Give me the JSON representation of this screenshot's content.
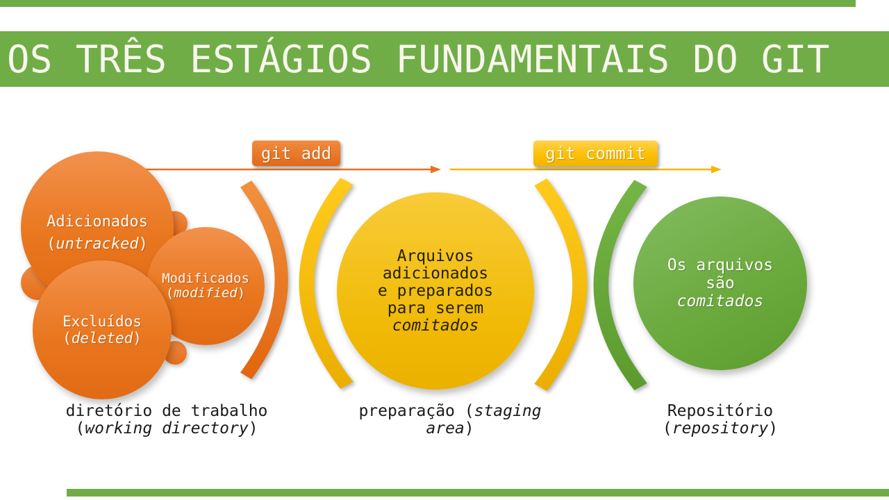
{
  "slide": {
    "title": "OS TRÊS ESTÁGIOS FUNDAMENTAIS DO GIT"
  },
  "colors": {
    "green": "#70AD47",
    "orange": "#ED7D31",
    "yellow": "#FFC000",
    "title_text": "#F8F6EE",
    "caption_text": "#1B1B1B"
  },
  "commands": {
    "git_add": "git add",
    "git_commit": "git commit"
  },
  "working_directory": {
    "untracked": {
      "title": "Adicionados",
      "open": "(",
      "term": "untracked",
      "close": ")"
    },
    "modified": {
      "title": "Modificados",
      "open": "(",
      "term": "modified",
      "close": ")"
    },
    "deleted": {
      "title": "Excluídos",
      "open": "(",
      "term": "deleted",
      "close": ")"
    },
    "caption": {
      "line1": "diretório de trabalho",
      "open": "(",
      "term": "working directory",
      "close": ")"
    }
  },
  "staging": {
    "circle": {
      "line1": "Arquivos",
      "line2": "adicionados",
      "line3": "e preparados",
      "line4": "para serem",
      "line5": "comitados"
    },
    "caption": {
      "pre": "preparação (",
      "term1": "staging",
      "term2": "area",
      "close": ")"
    }
  },
  "repository": {
    "circle": {
      "line1": "Os arquivos",
      "line2": "são",
      "line3": "comitados"
    },
    "caption": {
      "line1": "Repositório",
      "open": "(",
      "term": "repository",
      "close": ")"
    }
  }
}
